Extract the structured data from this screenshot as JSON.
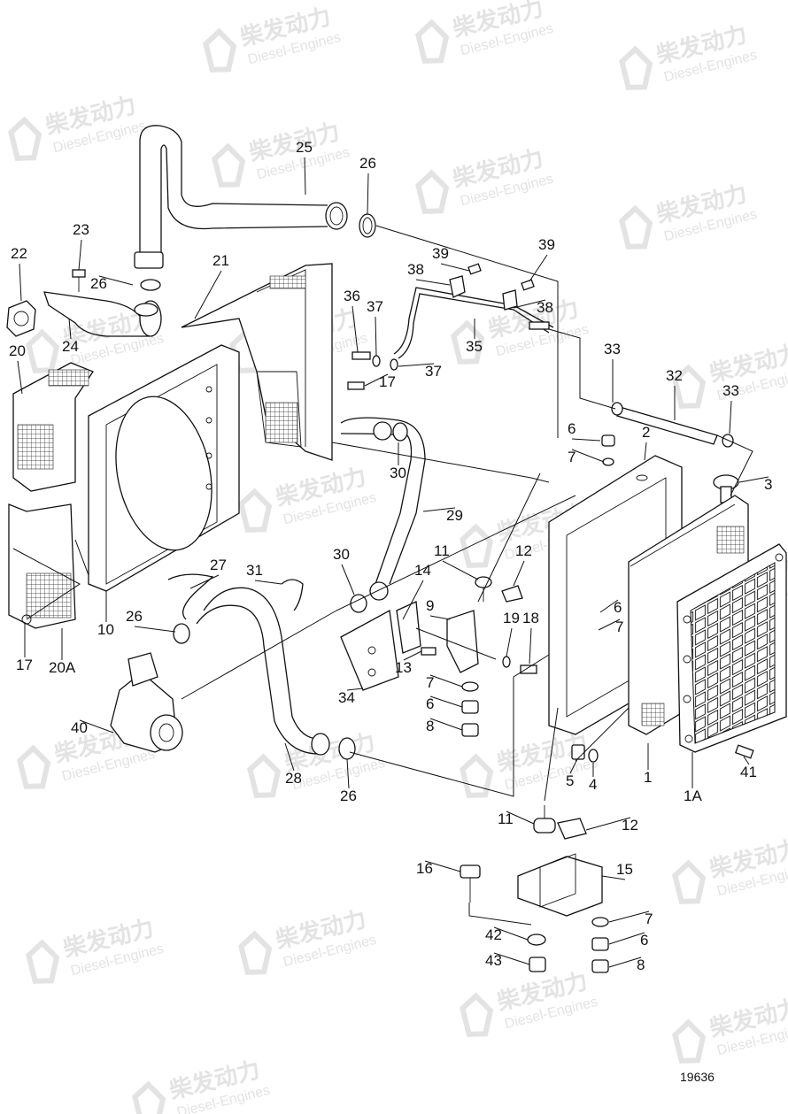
{
  "watermark": {
    "brand": "柴发动力",
    "sub": "Diesel-Engines"
  },
  "drawing_number": "19636",
  "callouts": [
    "25",
    "26",
    "23",
    "22",
    "26",
    "21",
    "24",
    "20",
    "36",
    "37",
    "37",
    "17",
    "39",
    "39",
    "38",
    "38",
    "35",
    "33",
    "32",
    "33",
    "6",
    "7",
    "2",
    "3",
    "30",
    "29",
    "10",
    "17",
    "20A",
    "27",
    "31",
    "30",
    "26",
    "14",
    "11",
    "12",
    "9",
    "19",
    "18",
    "6",
    "7",
    "13",
    "34",
    "7",
    "6",
    "8",
    "40",
    "28",
    "26",
    "5",
    "4",
    "1",
    "1A",
    "41",
    "11",
    "12",
    "16",
    "15",
    "7",
    "42",
    "6",
    "43",
    "8"
  ]
}
